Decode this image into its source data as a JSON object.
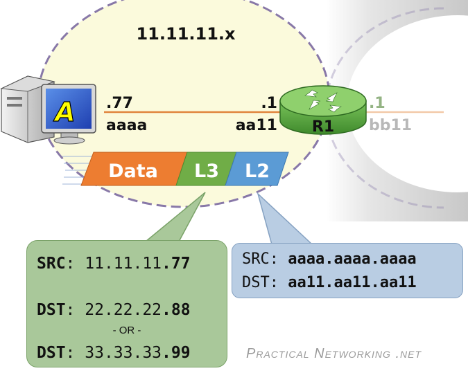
{
  "network": {
    "subnet_label": "11.11.11.x"
  },
  "host_a": {
    "name": "A",
    "ip_suffix": ".77",
    "mac": "aaaa"
  },
  "router": {
    "name": "R1",
    "left_ip_suffix": ".1",
    "left_mac": "aa11",
    "right_ip_suffix": ".1",
    "right_mac": "bb11"
  },
  "packet": {
    "data_label": "Data",
    "l3_label": "L3",
    "l2_label": "L2"
  },
  "l3_header": {
    "src_key": "SRC",
    "src_prefix": "11.11.11",
    "src_suffix": ".77",
    "dst1_key": "DST",
    "dst1_prefix": "22.22.22",
    "dst1_suffix": ".88",
    "or_text": "- OR -",
    "dst2_key": "DST",
    "dst2_prefix": "33.33.33",
    "dst2_suffix": ".99"
  },
  "l2_header": {
    "src_key": "SRC",
    "src_value": "aaaa.aaaa.aaaa",
    "dst_key": "DST",
    "dst_value": "aa11.aa11.aa11"
  },
  "branding": {
    "text": "Practical Networking .net"
  },
  "colors": {
    "subnet_fill": "#fbfadc",
    "data": "#ed7d31",
    "l3": "#70ad47",
    "l2": "#5b9bd5",
    "router": "#4e9a3a",
    "link": "#e0843c"
  }
}
